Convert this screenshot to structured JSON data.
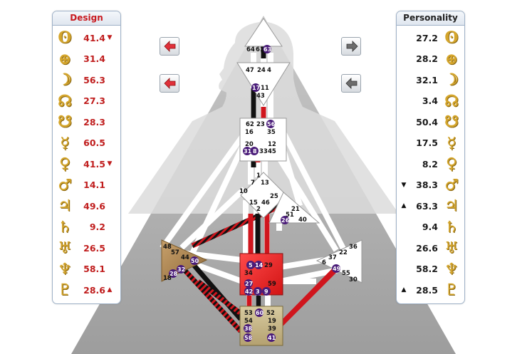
{
  "design_panel": {
    "title": "Design",
    "rows": [
      {
        "icon": "sun-icon",
        "glyph": "ʘ",
        "value": "41.4",
        "marker": "▼"
      },
      {
        "icon": "earth-icon",
        "glyph": "⊕",
        "value": "31.4",
        "marker": ""
      },
      {
        "icon": "moon-icon",
        "glyph": "☽",
        "value": "56.3",
        "marker": ""
      },
      {
        "icon": "north-node-icon",
        "glyph": "☊",
        "value": "27.3",
        "marker": ""
      },
      {
        "icon": "south-node-icon",
        "glyph": "☋",
        "value": "28.3",
        "marker": ""
      },
      {
        "icon": "mercury-icon",
        "glyph": "☿",
        "value": "60.5",
        "marker": ""
      },
      {
        "icon": "venus-icon",
        "glyph": "♀",
        "value": "41.5",
        "marker": "▼"
      },
      {
        "icon": "mars-icon",
        "glyph": "♂",
        "value": "14.1",
        "marker": ""
      },
      {
        "icon": "jupiter-icon",
        "glyph": "♃",
        "value": "49.6",
        "marker": ""
      },
      {
        "icon": "saturn-icon",
        "glyph": "♄",
        "value": "9.2",
        "marker": ""
      },
      {
        "icon": "uranus-icon",
        "glyph": "♅",
        "value": "26.5",
        "marker": ""
      },
      {
        "icon": "neptune-icon",
        "glyph": "♆",
        "value": "58.1",
        "marker": ""
      },
      {
        "icon": "pluto-icon",
        "glyph": "♇",
        "value": "28.6",
        "marker": "▲"
      }
    ]
  },
  "personality_panel": {
    "title": "Personality",
    "rows": [
      {
        "icon": "sun-icon",
        "glyph": "ʘ",
        "value": "27.2",
        "marker": ""
      },
      {
        "icon": "earth-icon",
        "glyph": "⊕",
        "value": "28.2",
        "marker": ""
      },
      {
        "icon": "moon-icon",
        "glyph": "☽",
        "value": "32.1",
        "marker": ""
      },
      {
        "icon": "north-node-icon",
        "glyph": "☊",
        "value": "3.4",
        "marker": ""
      },
      {
        "icon": "south-node-icon",
        "glyph": "☋",
        "value": "50.4",
        "marker": ""
      },
      {
        "icon": "mercury-icon",
        "glyph": "☿",
        "value": "17.5",
        "marker": ""
      },
      {
        "icon": "venus-icon",
        "glyph": "♀",
        "value": "8.2",
        "marker": ""
      },
      {
        "icon": "mars-icon",
        "glyph": "♂",
        "value": "38.3",
        "marker": "▼"
      },
      {
        "icon": "jupiter-icon",
        "glyph": "♃",
        "value": "63.3",
        "marker": "▲"
      },
      {
        "icon": "saturn-icon",
        "glyph": "♄",
        "value": "9.4",
        "marker": ""
      },
      {
        "icon": "uranus-icon",
        "glyph": "♅",
        "value": "26.6",
        "marker": ""
      },
      {
        "icon": "neptune-icon",
        "glyph": "♆",
        "value": "58.2",
        "marker": ""
      },
      {
        "icon": "pluto-icon",
        "glyph": "♇",
        "value": "28.5",
        "marker": "▲"
      }
    ]
  },
  "nav_buttons": [
    {
      "name": "design-prev-button",
      "icon": "arrow-left-icon",
      "color": "#e0303a"
    },
    {
      "name": "design-prev-alt-button",
      "icon": "arrow-left-icon",
      "color": "#e0303a"
    },
    {
      "name": "personality-next-button",
      "icon": "arrow-right-icon",
      "color": "#6d6d6d"
    },
    {
      "name": "personality-prev-button",
      "icon": "arrow-left-icon",
      "color": "#6d6d6d"
    }
  ],
  "colors": {
    "design": "#d0151d",
    "personality": "#111111",
    "defined_motor": "#b08a57",
    "defined_root": "#c9b98a",
    "defined_sacral": "#ee2a2a",
    "undefined": "#ffffff",
    "active_gate": "#4a1c79"
  },
  "gates": {
    "g64": "64",
    "g61": "61",
    "g63": "63",
    "g47": "47",
    "g24": "24",
    "g4": "4",
    "g17": "17",
    "g11": "11",
    "g43": "43",
    "g62": "62",
    "g23": "23",
    "g56": "56",
    "g16": "16",
    "g35": "35",
    "g20": "20",
    "g31": "31",
    "g8": "8",
    "g33": "33",
    "g45": "45",
    "g12": "12",
    "g1": "1",
    "g7": "7",
    "g13": "13",
    "g10": "10",
    "g25": "25",
    "g15": "15",
    "g46": "46",
    "g2": "2",
    "g21": "21",
    "g51": "51",
    "g26": "26",
    "g40": "40",
    "g48": "48",
    "g57": "57",
    "g44": "44",
    "g50": "50",
    "g32": "32",
    "g28": "28",
    "g18": "18",
    "g5": "5",
    "g14": "14",
    "g29": "29",
    "g34": "34",
    "g27": "27",
    "g59": "59",
    "g42": "42",
    "g3": "3",
    "g9": "9",
    "g36": "36",
    "g22": "22",
    "g37": "37",
    "g6": "6",
    "g49": "49",
    "g55": "55",
    "g30": "30",
    "g53": "53",
    "g60": "60",
    "g52": "52",
    "g54": "54",
    "g19": "19",
    "g38": "38",
    "g39": "39",
    "g58": "58",
    "g41": "41"
  }
}
